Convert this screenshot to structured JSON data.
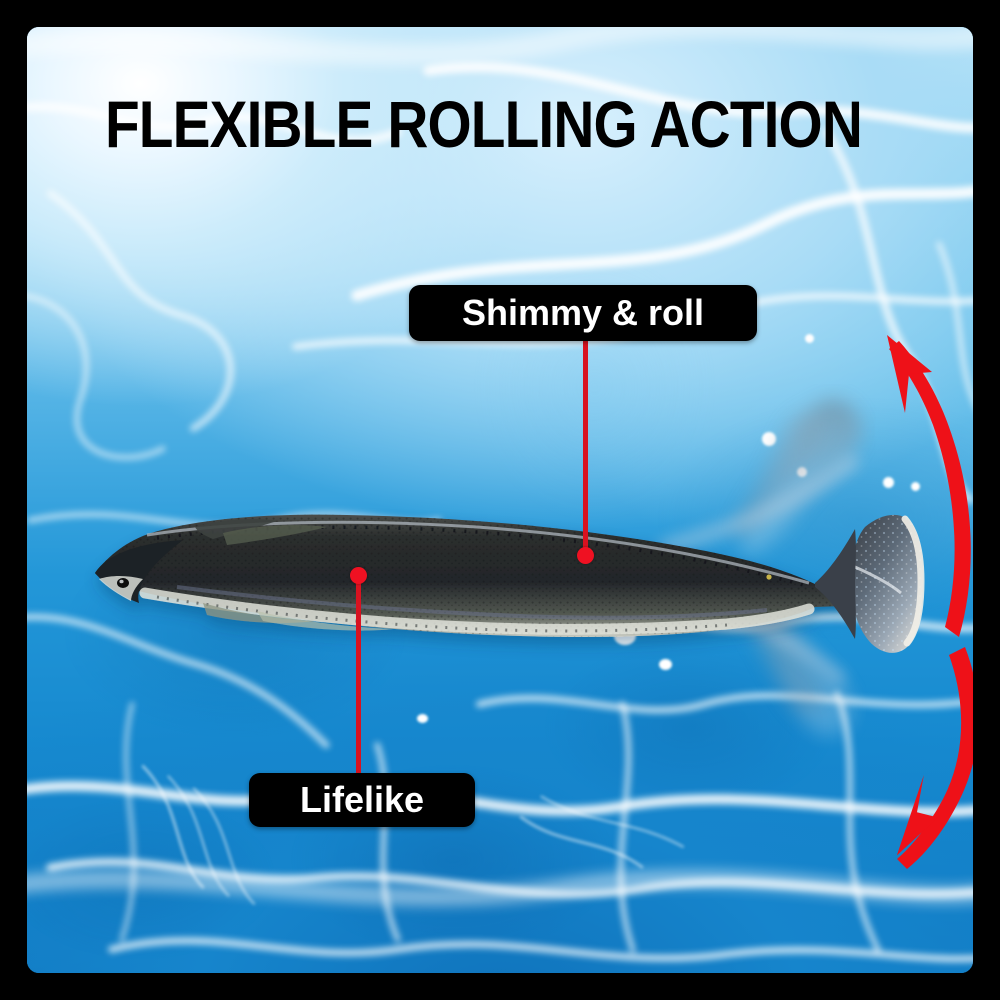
{
  "poster": {
    "title": "FLEXIBLE ROLLING ACTION",
    "frame_color": "#000000",
    "accent_color": "#ef1122",
    "water_color": "#1b8fd6",
    "badge_bg": "#000000",
    "badge_text_color": "#ffffff"
  },
  "callouts": [
    {
      "label": "Shimmy & roll",
      "target": "lure-back"
    },
    {
      "label": "Lifelike",
      "target": "lure-body"
    }
  ],
  "annotations": {
    "arrow_up_label": "roll-up-arrow",
    "arrow_down_label": "roll-down-arrow",
    "arrow_color": "#ee1118"
  },
  "subject": {
    "name": "soft-plastic-paddle-tail-swimbait",
    "body_color": "#2a2d2c",
    "belly_color": "#cfd2cc",
    "tail_color": "#7e8894",
    "motion_blur": "tail-ghost-trails"
  }
}
